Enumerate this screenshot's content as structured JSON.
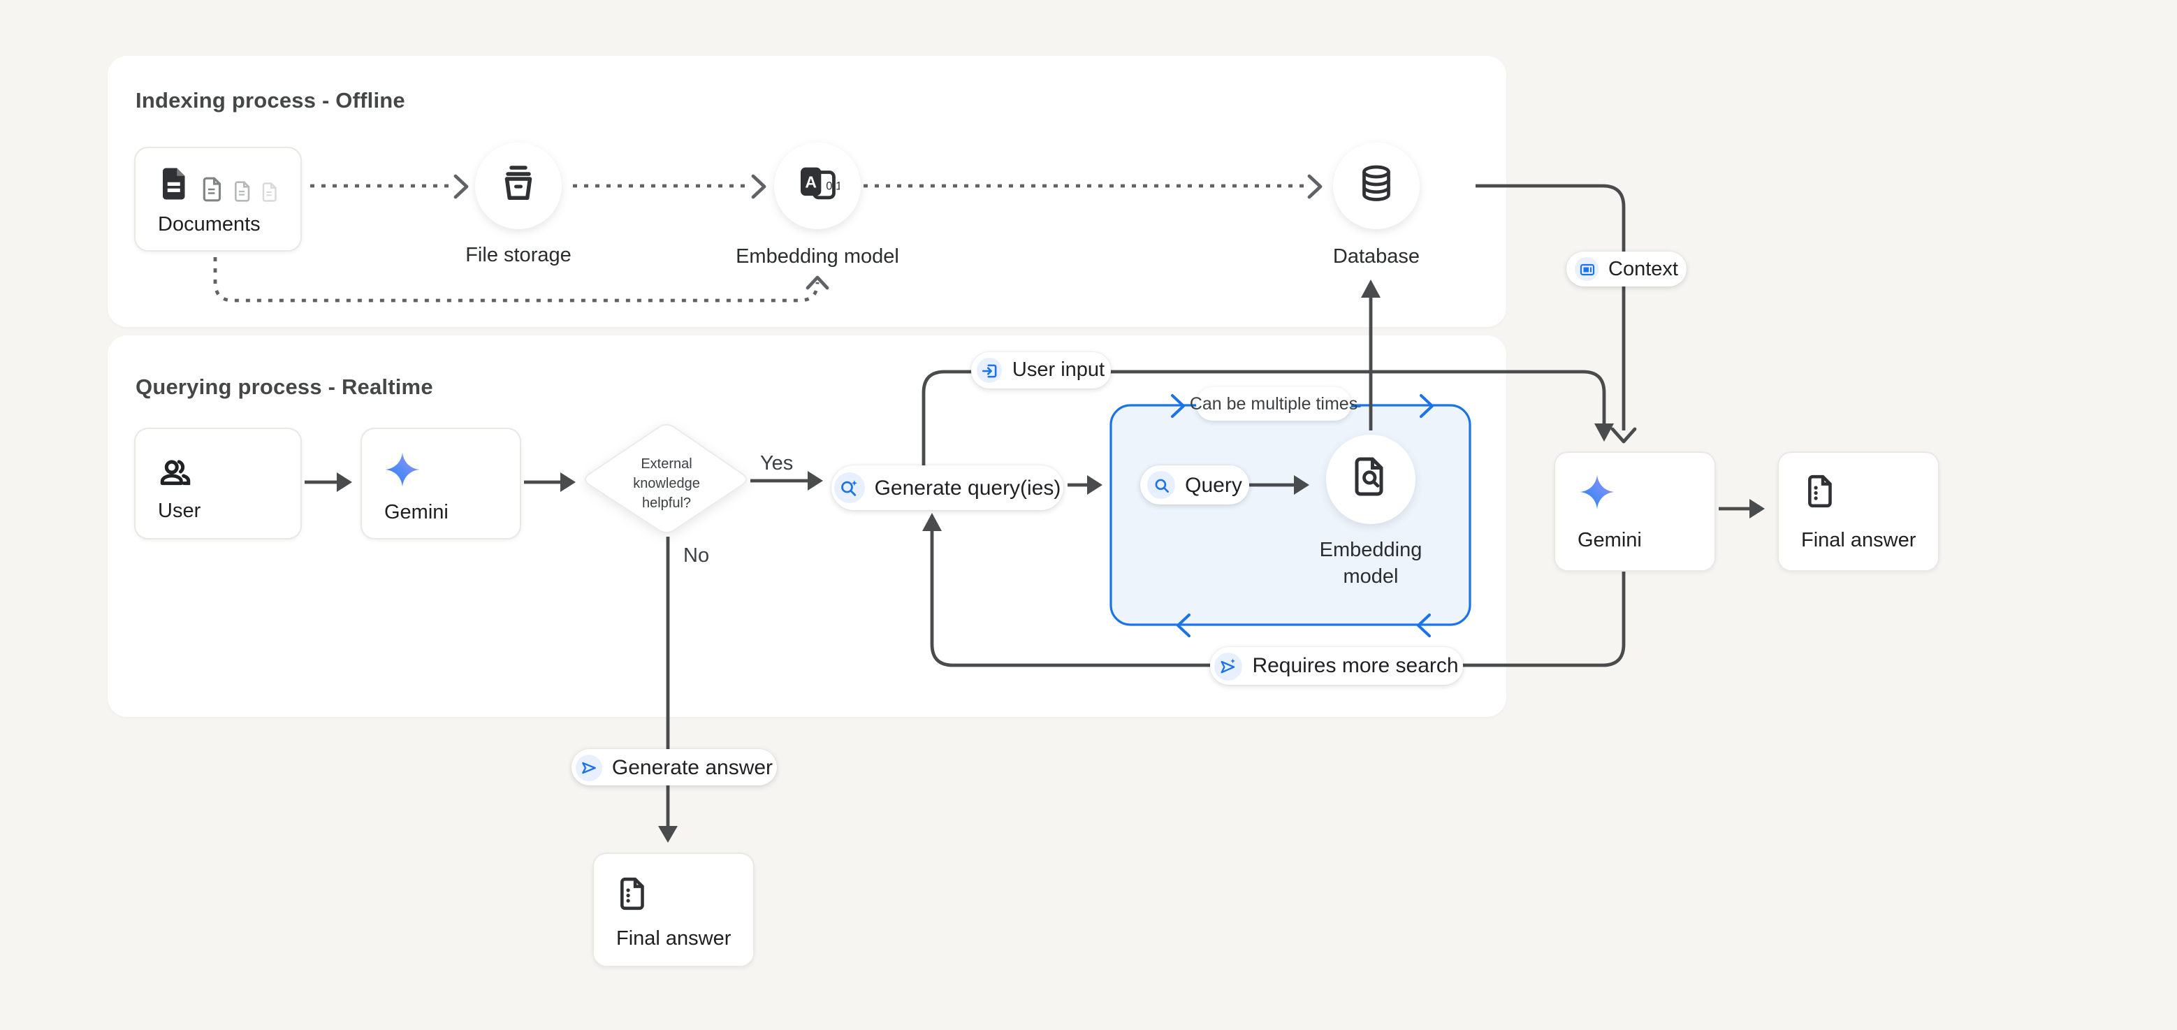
{
  "panels": {
    "indexing": {
      "title": "Indexing process - Offline"
    },
    "querying": {
      "title": "Querying process - Realtime"
    }
  },
  "nodes": {
    "documents": {
      "label": "Documents"
    },
    "file_storage": {
      "label": "File storage"
    },
    "embedding_model_offline": {
      "label": "Embedding model"
    },
    "database": {
      "label": "Database"
    },
    "user": {
      "label": "User"
    },
    "gemini_left": {
      "label": "Gemini"
    },
    "decision": {
      "line1": "External",
      "line2": "knowledge",
      "line3": "helpful?"
    },
    "embedding_model_online": {
      "line1": "Embedding",
      "line2": "model"
    },
    "gemini_right": {
      "label": "Gemini"
    },
    "final_answer_right": {
      "label": "Final answer"
    },
    "final_answer_bottom": {
      "label": "Final answer"
    }
  },
  "badges": {
    "user_input": "User input",
    "context": "Context",
    "can_be_multiple_times": "Can be multiple times",
    "generate_queries": "Generate query(ies)",
    "query": "Query",
    "requires_more_search": "Requires more search",
    "generate_answer": "Generate answer"
  },
  "edge_labels": {
    "yes": "Yes",
    "no": "No"
  },
  "colors": {
    "accent_blue": "#1a73e8",
    "icon_bg_blue": "#e8f0fe",
    "line_dark": "#494b4d",
    "line_dashed": "#5f6368",
    "loop_fill": "#eef4fc",
    "background": "#f6f5f2",
    "panel": "#ffffff"
  }
}
